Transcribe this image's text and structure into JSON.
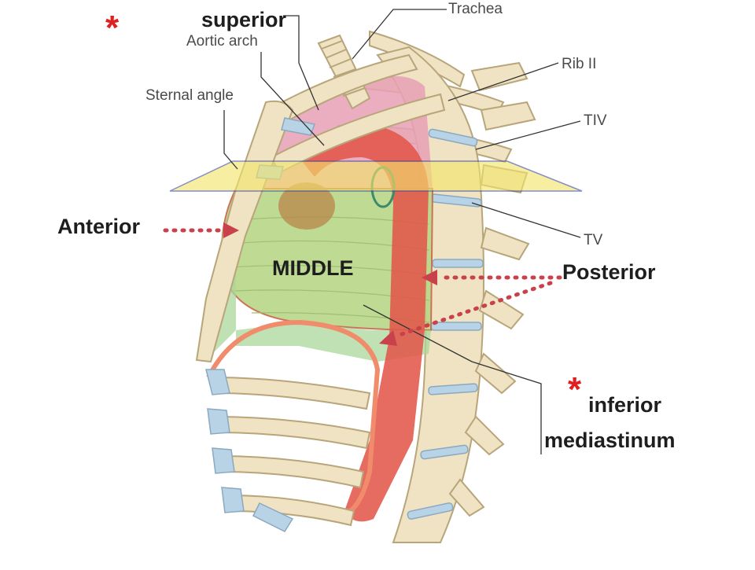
{
  "labels": {
    "superior": "superior",
    "trachea": "Trachea",
    "aortic_arch": "Aortic arch",
    "sternal_angle": "Sternal angle",
    "rib_ii": "Rib II",
    "tiv": "TIV",
    "tv": "TV",
    "anterior": "Anterior",
    "middle": "MIDDLE",
    "posterior": "Posterior",
    "inferior": "inferior",
    "mediastinum": "mediastinum",
    "star": "*"
  },
  "colors": {
    "bone": "#efe3c3",
    "bone_outline": "#b8a57a",
    "cartilage": "#b9d3e6",
    "heart_region": "#b9d78a",
    "superior_region": "#e7a0b6",
    "aorta": "#e2574a",
    "plane": "#f3e56a",
    "plane_outline": "#3b4aa0",
    "arrow": "#c9414a",
    "star": "#e02020"
  }
}
